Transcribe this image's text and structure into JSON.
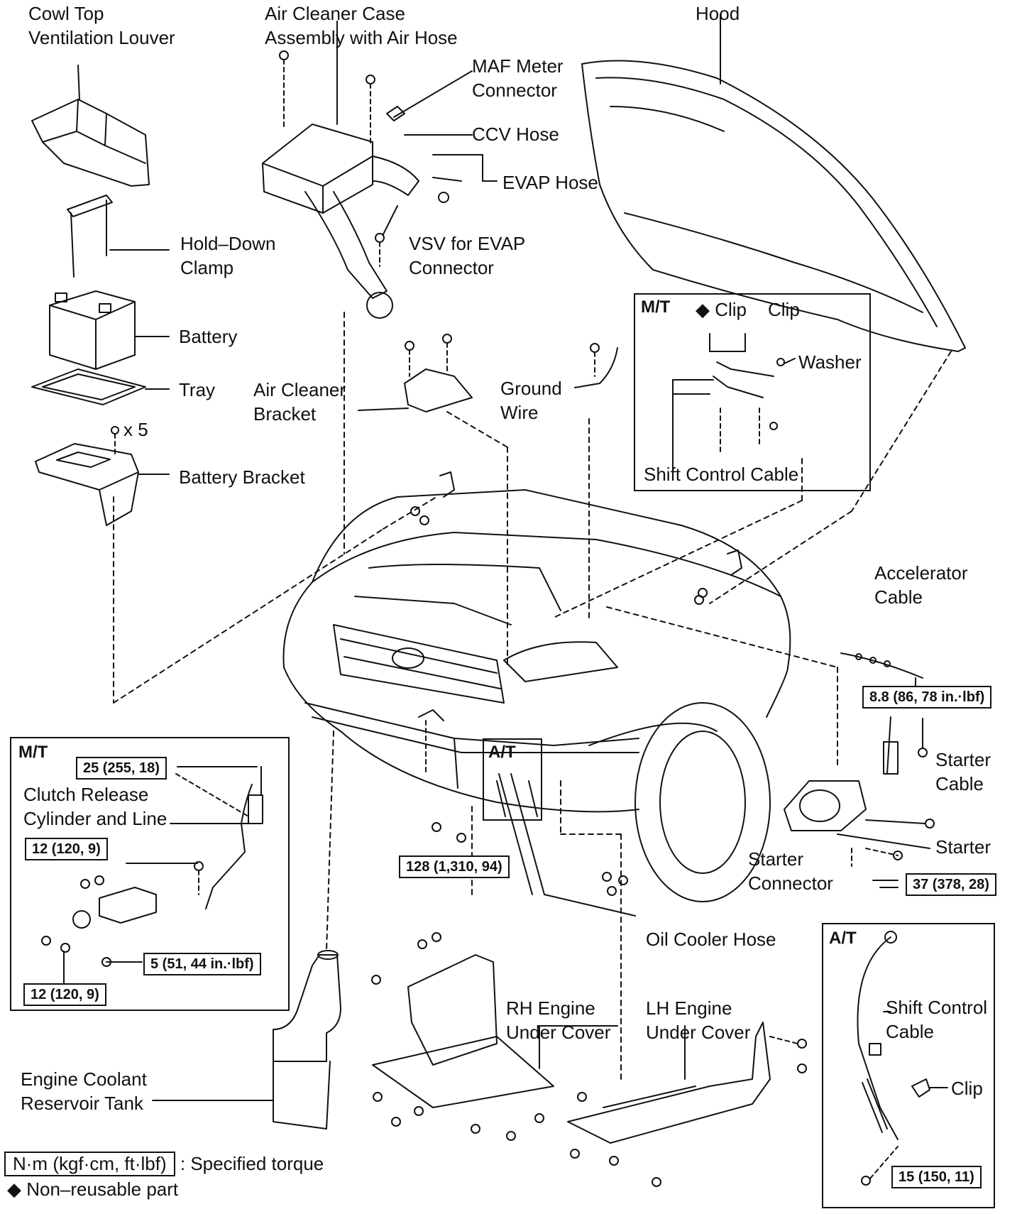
{
  "labels": {
    "cowl_top": [
      "Cowl Top",
      "Ventilation Louver"
    ],
    "air_cleaner_case": [
      "Air Cleaner Case",
      "Assembly with Air Hose"
    ],
    "hood": "Hood",
    "maf_meter": [
      "MAF Meter",
      "Connector"
    ],
    "ccv_hose": "CCV Hose",
    "evap_hose": "EVAP Hose",
    "hold_down": [
      "Hold–Down",
      "Clamp"
    ],
    "vsv_evap": [
      "VSV for EVAP",
      "Connector"
    ],
    "battery": "Battery",
    "tray": "Tray",
    "air_cleaner_bracket": [
      "Air Cleaner",
      "Bracket"
    ],
    "ground_wire": [
      "Ground",
      "Wire"
    ],
    "bolts_x5": "x 5",
    "battery_bracket": "Battery Bracket",
    "accelerator_cable": [
      "Accelerator",
      "Cable"
    ],
    "starter_cable": [
      "Starter",
      "Cable"
    ],
    "starter": "Starter",
    "starter_connector": [
      "Starter",
      "Connector"
    ],
    "oil_cooler_hose": "Oil Cooler Hose",
    "rh_under_cover": [
      "RH Engine",
      "Under Cover"
    ],
    "lh_under_cover": [
      "LH Engine",
      "Under Cover"
    ],
    "coolant_tank": [
      "Engine Coolant",
      "Reservoir Tank"
    ]
  },
  "mt_inset": {
    "header": "M/T",
    "clip_nonreusable": "◆ Clip",
    "clip": "Clip",
    "washer": "Washer",
    "shift_control_cable": "Shift Control Cable"
  },
  "mt_clutch_inset": {
    "header": "M/T",
    "clutch_release": [
      "Clutch Release",
      "Cylinder and Line"
    ],
    "torque_25": "25 (255, 18)",
    "torque_12a": "12 (120, 9)",
    "torque_5": "5 (51, 44 in.·lbf)",
    "torque_12b": "12 (120, 9)"
  },
  "at_small": {
    "header": "A/T"
  },
  "at_inset": {
    "header": "A/T",
    "shift_control_cable": [
      "Shift Control",
      "Cable"
    ],
    "clip": "Clip",
    "torque": "15 (150, 11)"
  },
  "torques": {
    "accelerator": "8.8 (86, 78 in.·lbf)",
    "under_cover": "128 (1,310, 94)",
    "starter": "37 (378, 28)"
  },
  "legend": {
    "unit": "N·m (kgf·cm, ft·lbf)",
    "unit_desc": ": Specified torque",
    "nonreusable": "◆ Non–reusable part"
  }
}
